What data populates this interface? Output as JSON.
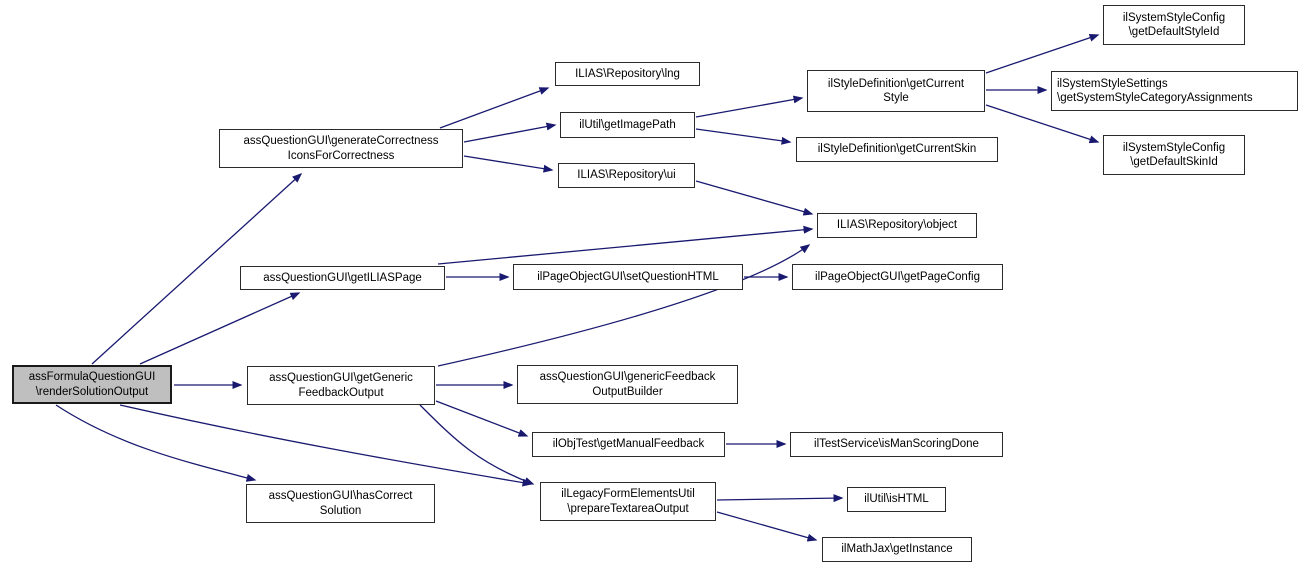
{
  "diagram": {
    "type": "call-graph",
    "background_color": "#ffffff",
    "edge_color": "#191970",
    "node_fill": "#ffffff",
    "node_border_color": "#2b2b2b",
    "root_node_fill": "#bfbfbf"
  },
  "nodes": [
    {
      "id": "renderSolutionOutput",
      "lines": [
        "assFormulaQuestionGUI",
        "\\renderSolutionOutput"
      ],
      "root": true
    },
    {
      "id": "generateCorrectnessIconsForCorrectness",
      "lines": [
        "assQuestionGUI\\generateCorrectness",
        "IconsForCorrectness"
      ]
    },
    {
      "id": "repository-lng",
      "lines": [
        "ILIAS\\Repository\\lng"
      ]
    },
    {
      "id": "getImagePath",
      "lines": [
        "ilUtil\\getImagePath"
      ]
    },
    {
      "id": "repository-ui",
      "lines": [
        "ILIAS\\Repository\\ui"
      ]
    },
    {
      "id": "getCurrentStyle",
      "lines": [
        "ilStyleDefinition\\getCurrent",
        "Style"
      ]
    },
    {
      "id": "getCurrentSkin",
      "lines": [
        "ilStyleDefinition\\getCurrentSkin"
      ]
    },
    {
      "id": "getDefaultStyleId",
      "lines": [
        "ilSystemStyleConfig",
        "\\getDefaultStyleId"
      ]
    },
    {
      "id": "getSystemStyleCategoryAssignments",
      "lines": [
        "ilSystemStyleSettings",
        "\\getSystemStyleCategoryAssignments"
      ]
    },
    {
      "id": "getDefaultSkinId",
      "lines": [
        "ilSystemStyleConfig",
        "\\getDefaultSkinId"
      ]
    },
    {
      "id": "repository-object",
      "lines": [
        "ILIAS\\Repository\\object"
      ]
    },
    {
      "id": "getILIASPage",
      "lines": [
        "assQuestionGUI\\getILIASPage"
      ]
    },
    {
      "id": "setQuestionHTML",
      "lines": [
        "ilPageObjectGUI\\setQuestionHTML"
      ]
    },
    {
      "id": "getPageConfig",
      "lines": [
        "ilPageObjectGUI\\getPageConfig"
      ]
    },
    {
      "id": "getGenericFeedbackOutput",
      "lines": [
        "assQuestionGUI\\getGeneric",
        "FeedbackOutput"
      ]
    },
    {
      "id": "genericFeedbackOutputBuilder",
      "lines": [
        "assQuestionGUI\\genericFeedback",
        "OutputBuilder"
      ]
    },
    {
      "id": "getManualFeedback",
      "lines": [
        "ilObjTest\\getManualFeedback"
      ]
    },
    {
      "id": "isManScoringDone",
      "lines": [
        "ilTestService\\isManScoringDone"
      ]
    },
    {
      "id": "prepareTextareaOutput",
      "lines": [
        "ilLegacyFormElementsUtil",
        "\\prepareTextareaOutput"
      ]
    },
    {
      "id": "isHTML",
      "lines": [
        "ilUtil\\isHTML"
      ]
    },
    {
      "id": "getInstance",
      "lines": [
        "ilMathJax\\getInstance"
      ]
    },
    {
      "id": "hasCorrectSolution",
      "lines": [
        "assQuestionGUI\\hasCorrect",
        "Solution"
      ]
    }
  ],
  "edges": [
    {
      "from": "renderSolutionOutput",
      "to": "generateCorrectnessIconsForCorrectness"
    },
    {
      "from": "renderSolutionOutput",
      "to": "getILIASPage"
    },
    {
      "from": "renderSolutionOutput",
      "to": "getGenericFeedbackOutput"
    },
    {
      "from": "renderSolutionOutput",
      "to": "hasCorrectSolution"
    },
    {
      "from": "renderSolutionOutput",
      "to": "prepareTextareaOutput"
    },
    {
      "from": "generateCorrectnessIconsForCorrectness",
      "to": "repository-lng"
    },
    {
      "from": "generateCorrectnessIconsForCorrectness",
      "to": "getImagePath"
    },
    {
      "from": "generateCorrectnessIconsForCorrectness",
      "to": "repository-ui"
    },
    {
      "from": "getImagePath",
      "to": "getCurrentStyle"
    },
    {
      "from": "getImagePath",
      "to": "getCurrentSkin"
    },
    {
      "from": "getCurrentStyle",
      "to": "getDefaultStyleId"
    },
    {
      "from": "getCurrentStyle",
      "to": "getSystemStyleCategoryAssignments"
    },
    {
      "from": "getCurrentStyle",
      "to": "getDefaultSkinId"
    },
    {
      "from": "repository-ui",
      "to": "repository-object"
    },
    {
      "from": "getILIASPage",
      "to": "repository-object"
    },
    {
      "from": "getILIASPage",
      "to": "setQuestionHTML"
    },
    {
      "from": "setQuestionHTML",
      "to": "getPageConfig"
    },
    {
      "from": "getGenericFeedbackOutput",
      "to": "repository-object"
    },
    {
      "from": "getGenericFeedbackOutput",
      "to": "genericFeedbackOutputBuilder"
    },
    {
      "from": "getGenericFeedbackOutput",
      "to": "getManualFeedback"
    },
    {
      "from": "getGenericFeedbackOutput",
      "to": "prepareTextareaOutput"
    },
    {
      "from": "getManualFeedback",
      "to": "isManScoringDone"
    },
    {
      "from": "prepareTextareaOutput",
      "to": "isHTML"
    },
    {
      "from": "prepareTextareaOutput",
      "to": "getInstance"
    }
  ]
}
